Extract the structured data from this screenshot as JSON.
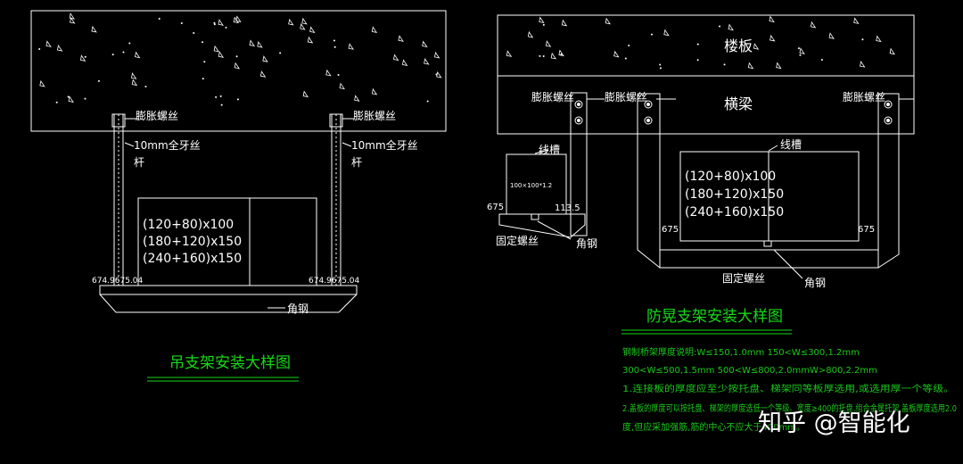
{
  "left": {
    "labels": {
      "anchor_left": "膨胀螺丝",
      "anchor_right": "膨胀螺丝",
      "rod_left_l1": "10mm全牙丝",
      "rod_left_l2": "杆",
      "rod_right_l1": "10mm全牙丝",
      "rod_right_l2": "杆",
      "dim_left": "674.9675.04",
      "dim_right": "674.9675.04",
      "angle_steel": "角钢",
      "title": "吊支架安装大样图"
    },
    "sizes": [
      "(120+80)x100",
      "(180+120)x150",
      "(240+160)x150"
    ]
  },
  "right": {
    "labels": {
      "floor_slab": "楼板",
      "beam": "横梁",
      "anchor_a": "膨胀螺丝",
      "anchor_b": "膨胀螺丝",
      "anchor_c": "膨胀螺丝",
      "tray_small": "线槽",
      "tray_big": "线槽",
      "small_size": "100×100*1.2",
      "dim_675_a": "675",
      "dim_1135": "113.5",
      "dim_675_b": "675",
      "dim_675_c": "675",
      "fix_bolt_a": "固定螺丝",
      "fix_bolt_b": "固定螺丝",
      "angle_a": "角钢",
      "angle_b": "角钢",
      "title": "防晃支架安装大样图"
    },
    "sizes": [
      "(120+80)x100",
      "(180+120)x150",
      "(240+160)x150"
    ],
    "notes": [
      "钢制桥架厚度说明:W≤150,1.0mm  150<W≤300,1.2mm",
      "300<W≤500,1.5mm  500<W≤800,2.0mmW>800,2.2mm",
      "1.连接板的厚度应至少按托盘、梯架同等板厚选用,或选用厚一个等级。",
      "2.盖板的厚度可以按托盘、梯架的厚度选低一个等级。宽度≥400的托盘,组合金属托架,盖板厚度选用2.0",
      "度,但应采加强筋,筋的中心不应大于400mm。"
    ]
  },
  "watermark": "知乎 @智能化",
  "colors": {
    "line": "#ffffff",
    "title": "#16d916",
    "note": "#19c819",
    "label": "#ffffff"
  }
}
